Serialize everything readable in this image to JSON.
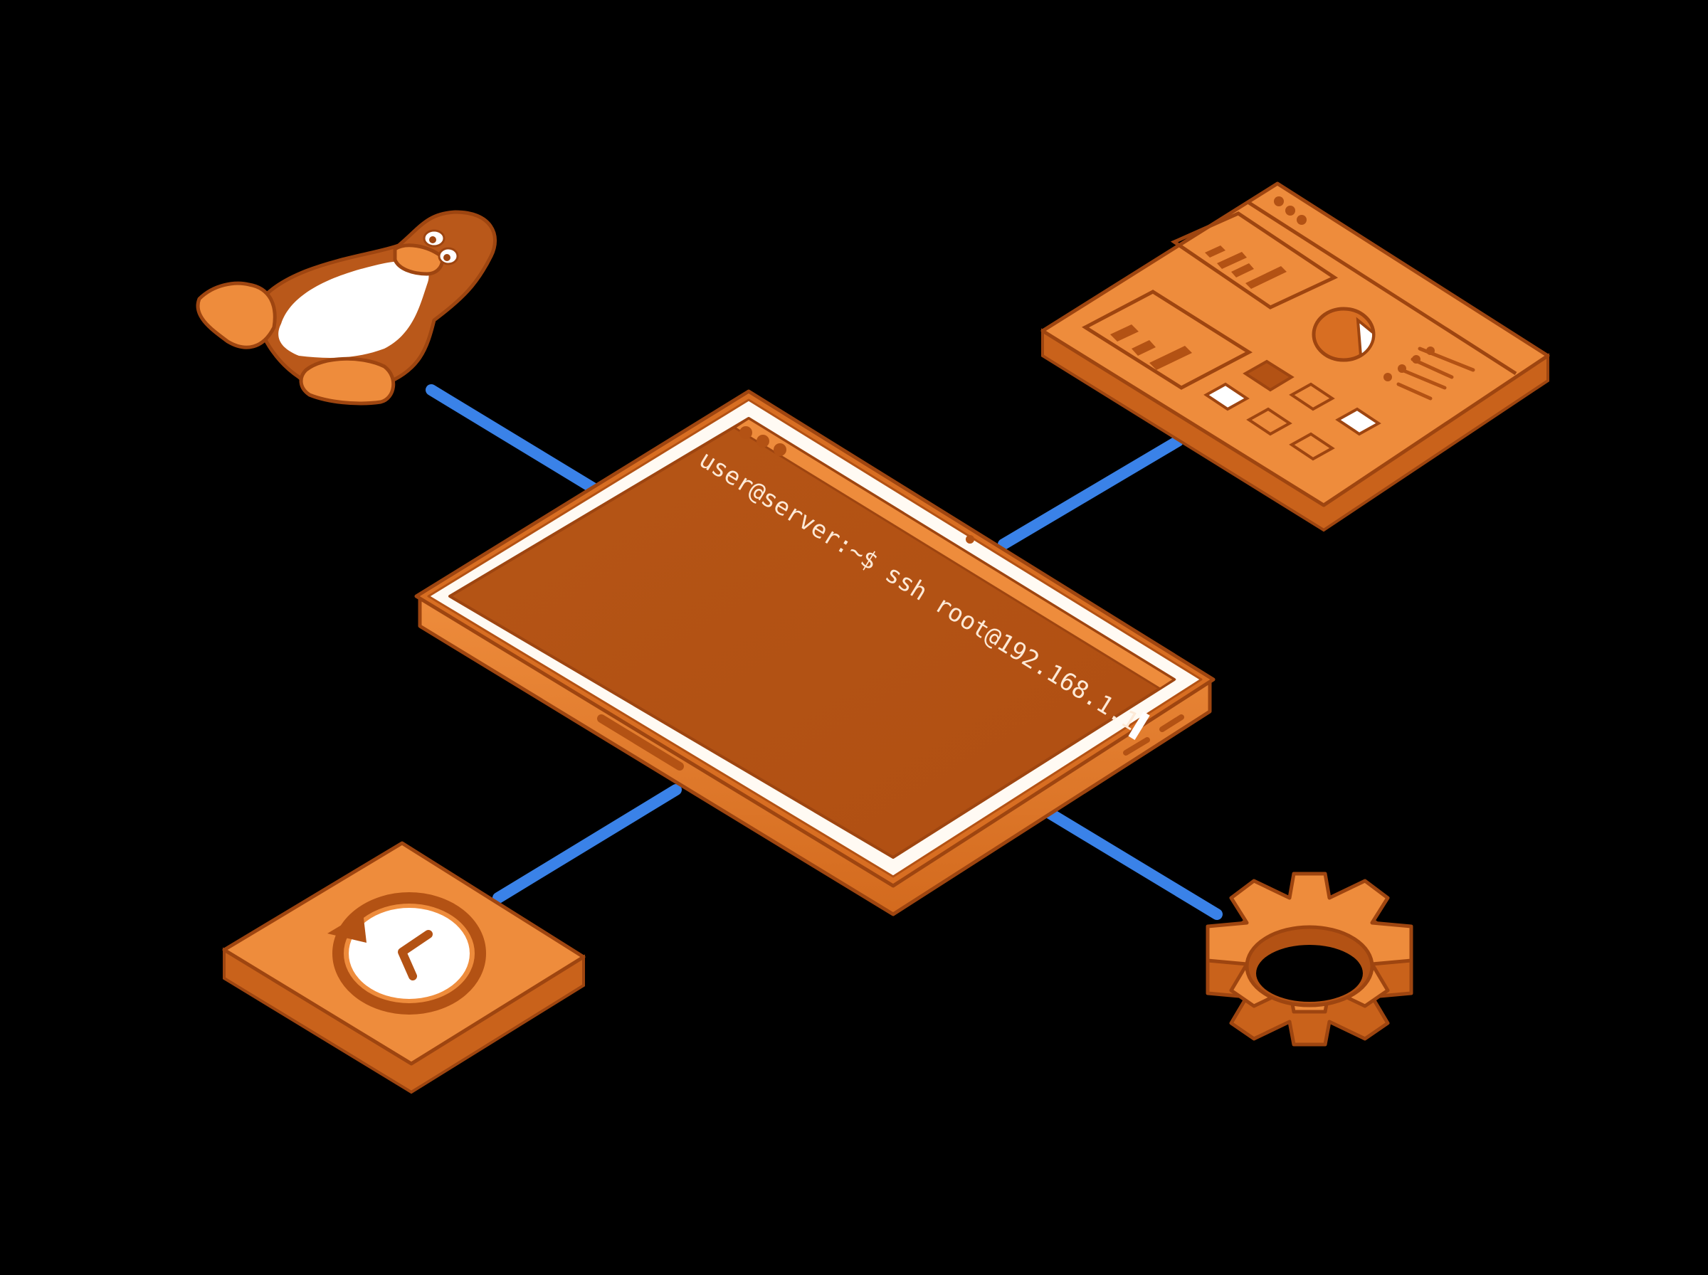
{
  "scene": {
    "title": "SSH terminal connected to Linux, dashboard, backup and settings",
    "background": "#000000",
    "colors": {
      "orange_light": "#ee8c3c",
      "orange_mid": "#d86e22",
      "orange_dark": "#b35214",
      "outline": "#9e4510",
      "bezel": "#fffaf3",
      "connector": "#3a82e8",
      "text": "#fde9d6"
    }
  },
  "terminal": {
    "prompt": "user@server:~$",
    "command": "ssh root@192.168.1.1",
    "cursor": "▌",
    "window_dots": 3
  },
  "nodes": {
    "linux": {
      "label": "Linux penguin (Tux)",
      "icon": "penguin-icon"
    },
    "dashboard": {
      "label": "Monitoring dashboard",
      "icon": "dashboard-icon",
      "widgets": [
        "bar-chart",
        "bar-chart",
        "pie-chart",
        "list",
        "tile-grid"
      ]
    },
    "backup": {
      "label": "Backup / restore history",
      "icon": "clock-history-icon"
    },
    "settings": {
      "label": "Settings",
      "icon": "gear-icon"
    }
  },
  "connectors": [
    {
      "from": "terminal",
      "to": "linux"
    },
    {
      "from": "terminal",
      "to": "dashboard"
    },
    {
      "from": "terminal",
      "to": "backup"
    },
    {
      "from": "terminal",
      "to": "settings"
    }
  ]
}
